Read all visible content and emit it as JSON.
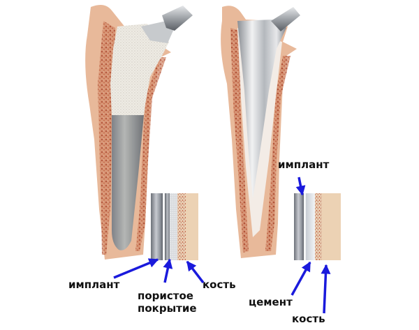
{
  "figure": {
    "left_panel": {
      "title": "cementless-implant",
      "labels": {
        "implant": "имплант",
        "porous_coating_line1": "пористое",
        "porous_coating_line2": "покрытие",
        "bone": "кость"
      }
    },
    "right_panel": {
      "title": "cemented-implant",
      "labels": {
        "implant": "имплант",
        "cement": "цемент",
        "bone": "кость"
      }
    }
  },
  "colors": {
    "arrow": "#1a1adc",
    "bone_cortex": "#e8b99a",
    "bone_marrow": "#b5482e",
    "porous_coating": "#ece9e2",
    "metal": "#a9adb4",
    "cement": "#eef0f2",
    "bone_inset": "#ecd2b4"
  }
}
